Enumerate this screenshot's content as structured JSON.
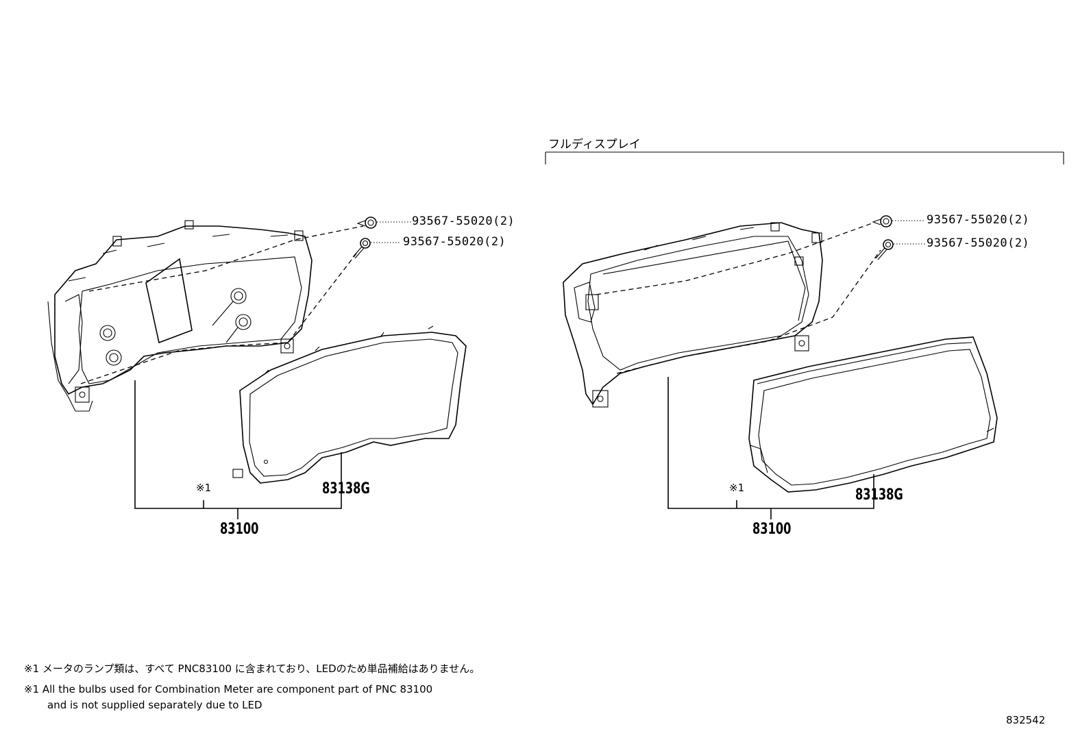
{
  "section_label": "フルディスプレイ",
  "left_assembly": {
    "screw_upper": "93567-55020(2)",
    "screw_lower": "93567-55020(2)",
    "lens_part": "83138G",
    "note_mark": "※1",
    "meter_part": "83100"
  },
  "right_assembly": {
    "screw_upper": "93567-55020(2)",
    "screw_lower": "93567-55020(2)",
    "lens_part": "83138G",
    "note_mark": "※1",
    "meter_part": "83100"
  },
  "notes": {
    "jp": "※1 メータのランプ類は、すべて PNC83100 に含まれており、LEDのため単品補給はありません。",
    "en_line1": "※1 All the bulbs used for Combination Meter are component part of PNC 83100",
    "en_line2": "and is not supplied separately due to LED"
  },
  "illustration_id": "832542"
}
